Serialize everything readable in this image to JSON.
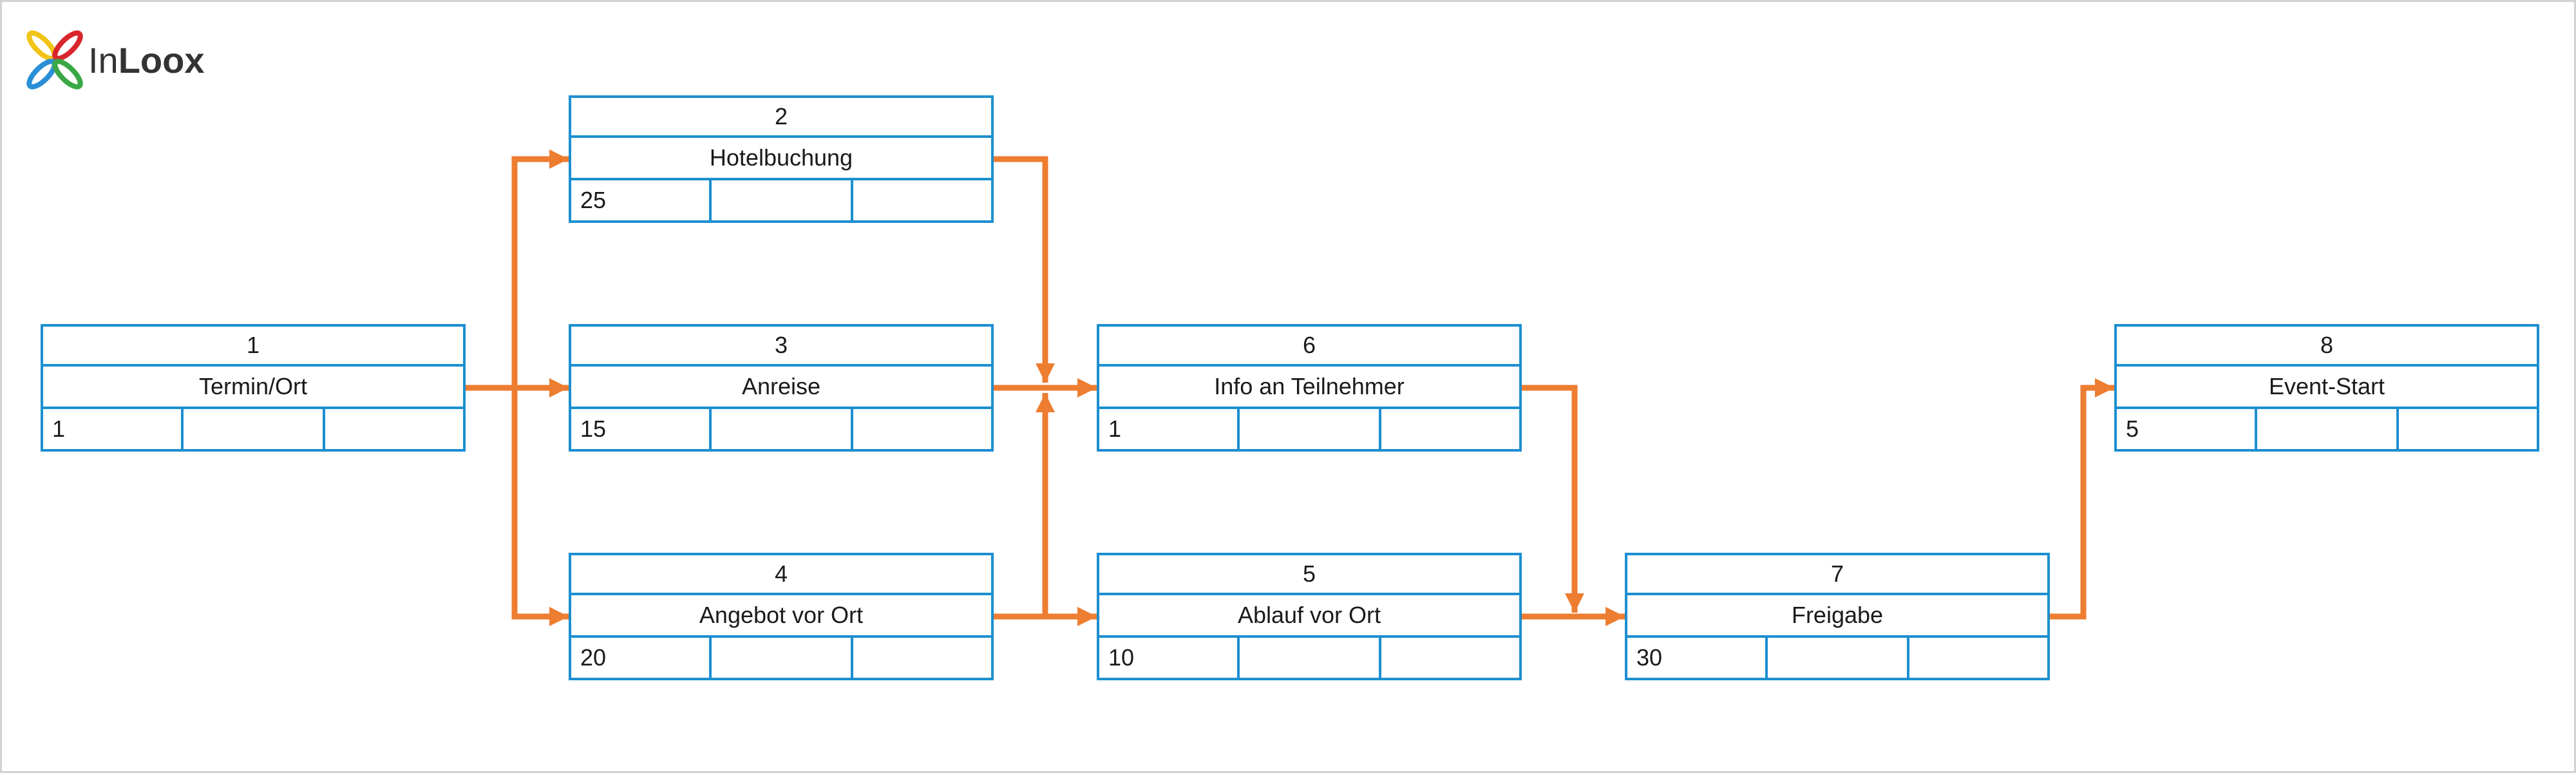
{
  "logo": {
    "text_light": "In",
    "text_bold": "Loox"
  },
  "colors": {
    "box_border": "#1c8fd0",
    "arrow": "#ed7d31",
    "text": "#1a1a1a"
  },
  "nodes": [
    {
      "id": "1",
      "name": "Termin/Ort",
      "duration": "1"
    },
    {
      "id": "2",
      "name": "Hotelbuchung",
      "duration": "25"
    },
    {
      "id": "3",
      "name": "Anreise",
      "duration": "15"
    },
    {
      "id": "4",
      "name": "Angebot vor Ort",
      "duration": "20"
    },
    {
      "id": "5",
      "name": "Ablauf vor Ort",
      "duration": "10"
    },
    {
      "id": "6",
      "name": "Info an Teilnehmer",
      "duration": "1"
    },
    {
      "id": "7",
      "name": "Freigabe",
      "duration": "30"
    },
    {
      "id": "8",
      "name": "Event-Start",
      "duration": "5"
    }
  ],
  "edges": [
    {
      "from": "1",
      "to": "2"
    },
    {
      "from": "1",
      "to": "3"
    },
    {
      "from": "1",
      "to": "4"
    },
    {
      "from": "2",
      "to": "6"
    },
    {
      "from": "3",
      "to": "6"
    },
    {
      "from": "4",
      "to": "6"
    },
    {
      "from": "4",
      "to": "5"
    },
    {
      "from": "6",
      "to": "7"
    },
    {
      "from": "5",
      "to": "7"
    },
    {
      "from": "7",
      "to": "8"
    }
  ]
}
